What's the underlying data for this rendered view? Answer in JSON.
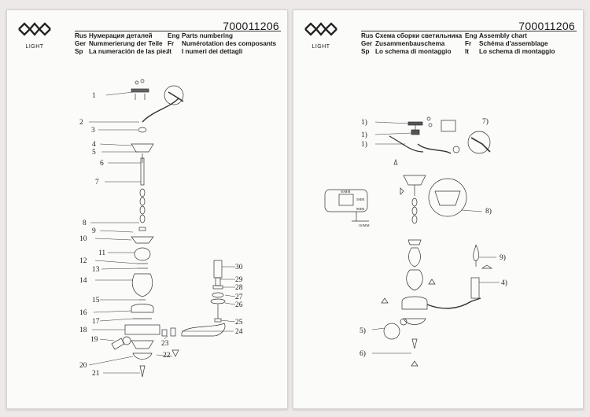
{
  "brand": {
    "logo_text": "LIGHT"
  },
  "left_page": {
    "article_number": "700011206",
    "header": [
      {
        "lang1": "Rus",
        "title1": "Нумерация деталей",
        "lang2": "Eng",
        "title2": "Parts numbering"
      },
      {
        "lang1": "Ger",
        "title1": "Nummerierung der Teile",
        "lang2": "Fr",
        "title2": "Numérotation des composants"
      },
      {
        "lang1": "Sp",
        "title1": "La numeración de las piezas",
        "lang2": "It",
        "title2": "I numeri dei dettagli"
      }
    ],
    "part_numbers": [
      "1",
      "2",
      "3",
      "4",
      "5",
      "6",
      "7",
      "8",
      "9",
      "10",
      "11",
      "12",
      "13",
      "14",
      "15",
      "16",
      "17",
      "18",
      "19",
      "20",
      "21",
      "22",
      "23",
      "24",
      "25",
      "26",
      "27",
      "28",
      "29",
      "30"
    ]
  },
  "right_page": {
    "article_number": "700011206",
    "header": [
      {
        "lang1": "Rus",
        "title1": "Схема сборки светильника",
        "lang2": "Eng",
        "title2": "Assembly chart"
      },
      {
        "lang1": "Ger",
        "title1": "Zusammenbauschema",
        "lang2": "Fr",
        "title2": "Schéma d'assemblage"
      },
      {
        "lang1": "Sp",
        "title1": "Lo schema di montaggio",
        "lang2": "It",
        "title2": "Lo schema di montaggio"
      }
    ],
    "step_labels": [
      "1)",
      "1)",
      "1)",
      "7)",
      "8)",
      "9)",
      "4)",
      "5)",
      "6)"
    ],
    "dimensions": [
      "50MM",
      "5MM",
      "8MM",
      "110MM"
    ]
  }
}
